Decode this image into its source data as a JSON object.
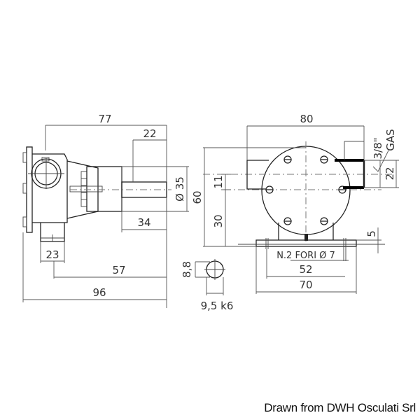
{
  "diagram": {
    "side_view": {
      "dimensions": {
        "overall_top": "77",
        "shaft_to_end": "22",
        "shaft_diameter": "Ø 35",
        "shaft_length": "34",
        "foot_width": "23",
        "foot_to_end": "57",
        "overall_bottom": "96"
      }
    },
    "front_view": {
      "dimensions": {
        "overall_width": "80",
        "thread_label_line1": "3/8\"",
        "thread_label_line2": "GAS",
        "port_spacing": "22",
        "height_total": "60",
        "center_offset": "11",
        "center_height": "30",
        "base_thickness": "5",
        "holes_note": "N.2 FORI Ø 7",
        "hole_spacing": "52",
        "base_width": "70"
      }
    },
    "shaft_detail": {
      "dimensions": {
        "flat_height": "8,8",
        "shaft_diameter": "9,5 k6"
      }
    }
  },
  "credit": "Drawn from DWH Osculati Srl"
}
